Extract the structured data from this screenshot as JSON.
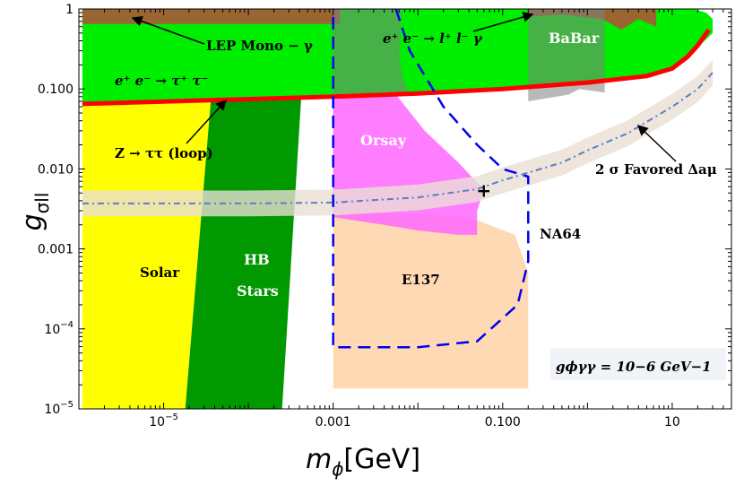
{
  "chart_data": {
    "type": "area",
    "title": "",
    "xlabel": "mϕ[GeV]",
    "ylabel": "gσll",
    "x_scale": "log",
    "y_scale": "log",
    "xlim": [
      1e-06,
      50
    ],
    "ylim": [
      1e-05,
      1
    ],
    "grid": false,
    "x_ticks": [
      {
        "value": 1e-05,
        "label": "10",
        "exp": "−5"
      },
      {
        "value": 0.001,
        "label": "0.001",
        "exp": ""
      },
      {
        "value": 0.1,
        "label": "0.100",
        "exp": ""
      },
      {
        "value": 10,
        "label": "10",
        "exp": ""
      }
    ],
    "y_ticks": [
      {
        "value": 1,
        "label": "1",
        "exp": ""
      },
      {
        "value": 0.1,
        "label": "0.100",
        "exp": ""
      },
      {
        "value": 0.01,
        "label": "0.010",
        "exp": ""
      },
      {
        "value": 0.001,
        "label": "0.001",
        "exp": ""
      },
      {
        "value": 0.0001,
        "label": "10",
        "exp": "−4"
      },
      {
        "value": 1e-05,
        "label": "10",
        "exp": "−5"
      }
    ],
    "regions": [
      {
        "id": "tautau-green",
        "label": "e⁺ e⁻ → τ⁺ τ⁻",
        "color": "#00ee00",
        "polygon": [
          [
            1.1e-06,
            1
          ],
          [
            18,
            1
          ],
          [
            25,
            0.9
          ],
          [
            30,
            0.75
          ],
          [
            30,
            0.5
          ],
          [
            20,
            0.33
          ],
          [
            10,
            0.18
          ],
          [
            5,
            0.14
          ],
          [
            1,
            0.12
          ],
          [
            0.1,
            0.1
          ],
          [
            0.01,
            0.088
          ],
          [
            0.001,
            0.08
          ],
          [
            1.1e-06,
            0.065
          ]
        ]
      },
      {
        "id": "lep-brown",
        "label": "LEP Mono − γ",
        "color": "#996633",
        "polygon": [
          [
            1.1e-06,
            1
          ],
          [
            0.0012,
            1
          ],
          [
            0.0012,
            0.65
          ],
          [
            1.1e-06,
            0.65
          ]
        ]
      },
      {
        "id": "babar-brown",
        "label": "",
        "color": "#996633",
        "polygon": [
          [
            0.2,
            1
          ],
          [
            6.5,
            1
          ],
          [
            6.5,
            0.6
          ],
          [
            4,
            0.75
          ],
          [
            2.5,
            0.55
          ],
          [
            1.5,
            0.75
          ],
          [
            0.5,
            0.85
          ],
          [
            0.2,
            0.8
          ]
        ]
      },
      {
        "id": "solar",
        "label": "Solar",
        "color": "#ffff00",
        "polygon": [
          [
            1.1e-06,
            0.065
          ],
          [
            3.6e-05,
            0.072
          ],
          [
            1.8e-05,
            1e-05
          ],
          [
            1.1e-06,
            1e-05
          ]
        ]
      },
      {
        "id": "hb-stars",
        "label": "HB Stars",
        "color": "#009900",
        "polygon": [
          [
            3.6e-05,
            0.072
          ],
          [
            0.00042,
            0.078
          ],
          [
            0.00025,
            1e-05
          ],
          [
            1.8e-05,
            1e-05
          ]
        ]
      },
      {
        "id": "e137",
        "label": "E137",
        "color": "#ffd9b3",
        "polygon": [
          [
            0.001,
            0.003
          ],
          [
            0.04,
            0.0025
          ],
          [
            0.14,
            0.0015
          ],
          [
            0.2,
            0.0005
          ],
          [
            0.2,
            1.8e-05
          ],
          [
            0.001,
            1.8e-05
          ]
        ]
      },
      {
        "id": "orsay",
        "label": "Orsay",
        "color": "#ff66ff",
        "opacity": 0.85,
        "polygon": [
          [
            0.001,
            0.08
          ],
          [
            0.0055,
            0.085
          ],
          [
            0.012,
            0.03
          ],
          [
            0.03,
            0.012
          ],
          [
            0.06,
            0.0055
          ],
          [
            0.05,
            0.003
          ],
          [
            0.05,
            0.0015
          ],
          [
            0.03,
            0.0015
          ],
          [
            0.01,
            0.0017
          ],
          [
            0.004,
            0.002
          ],
          [
            0.001,
            0.0025
          ]
        ]
      },
      {
        "id": "grey-ee-ll",
        "label": "e⁺ e⁻ → l⁺ l⁻ γ",
        "color": "#808080",
        "opacity": 0.55,
        "polygon": [
          [
            0.001,
            1
          ],
          [
            0.0065,
            1
          ],
          [
            0.006,
            0.3
          ],
          [
            0.0065,
            0.15
          ],
          [
            0.008,
            0.085
          ],
          [
            0.004,
            0.085
          ],
          [
            0.001,
            0.085
          ]
        ]
      },
      {
        "id": "babar-grey",
        "label": "BaBar",
        "color": "#808080",
        "opacity": 0.55,
        "polygon": [
          [
            0.2,
            1
          ],
          [
            1.6,
            1
          ],
          [
            1.6,
            0.09
          ],
          [
            0.8,
            0.1
          ],
          [
            0.6,
            0.085
          ],
          [
            0.2,
            0.07
          ]
        ]
      }
    ],
    "lines": [
      {
        "id": "z-tautau-loop",
        "label": "Z → ττ (loop)",
        "color": "#ff0000",
        "style": "solid",
        "width": 5,
        "points": [
          [
            1.1e-06,
            0.065
          ],
          [
            0.001,
            0.08
          ],
          [
            0.01,
            0.088
          ],
          [
            0.1,
            0.1
          ],
          [
            1,
            0.12
          ],
          [
            5,
            0.145
          ],
          [
            10,
            0.18
          ],
          [
            15,
            0.25
          ],
          [
            20,
            0.35
          ],
          [
            27,
            0.55
          ]
        ]
      },
      {
        "id": "na64",
        "label": "NA64",
        "color": "#0000ee",
        "style": "dashed",
        "width": 2.5,
        "points": [
          [
            0.0055,
            1
          ],
          [
            0.008,
            0.3
          ],
          [
            0.02,
            0.06
          ],
          [
            0.05,
            0.02
          ],
          [
            0.1,
            0.01
          ],
          [
            0.2,
            0.008
          ],
          [
            0.2,
            0.0007
          ],
          [
            0.15,
            0.0002
          ],
          [
            0.05,
            7e-05
          ],
          [
            0.01,
            5.9e-05
          ],
          [
            0.001,
            5.9e-05
          ],
          [
            0.001,
            1
          ]
        ]
      },
      {
        "id": "favored-central",
        "label": "2 σ Favored Δaμ",
        "color": "#5b7fc4",
        "style": "dashdot",
        "width": 2,
        "points": [
          [
            1.1e-06,
            0.0037
          ],
          [
            0.0001,
            0.0037
          ],
          [
            0.001,
            0.0038
          ],
          [
            0.01,
            0.0044
          ],
          [
            0.05,
            0.0056
          ],
          [
            0.1,
            0.0072
          ],
          [
            0.5,
            0.012
          ],
          [
            1,
            0.017
          ],
          [
            3,
            0.028
          ],
          [
            10,
            0.06
          ],
          [
            20,
            0.1
          ],
          [
            30,
            0.16
          ]
        ]
      }
    ],
    "band": {
      "id": "favored-band",
      "color": "#eadfd4",
      "opacity": 0.8,
      "half_width_factor": 1.45
    },
    "marker": {
      "label": "+",
      "x": 0.06,
      "y": 0.0052
    },
    "labels": {
      "lep": "LEP Mono − γ",
      "tautau": "e⁺ e⁻ → τ⁺ τ⁻",
      "eell": "e⁺ e⁻ → l⁺ l⁻ γ",
      "babar": "BaBar",
      "ztautau": "Z → ττ (loop)",
      "orsay": "Orsay",
      "favored": "2 σ Favored Δaμ",
      "na64": "NA64",
      "solar": "Solar",
      "hb1": "HB",
      "hb2": "Stars",
      "e137": "E137",
      "coupling": "gϕγγ = 10−6 GeV−1"
    },
    "colors": {
      "text_white": "#ffffff",
      "text_black": "#000000",
      "arrow": "#000000"
    }
  }
}
